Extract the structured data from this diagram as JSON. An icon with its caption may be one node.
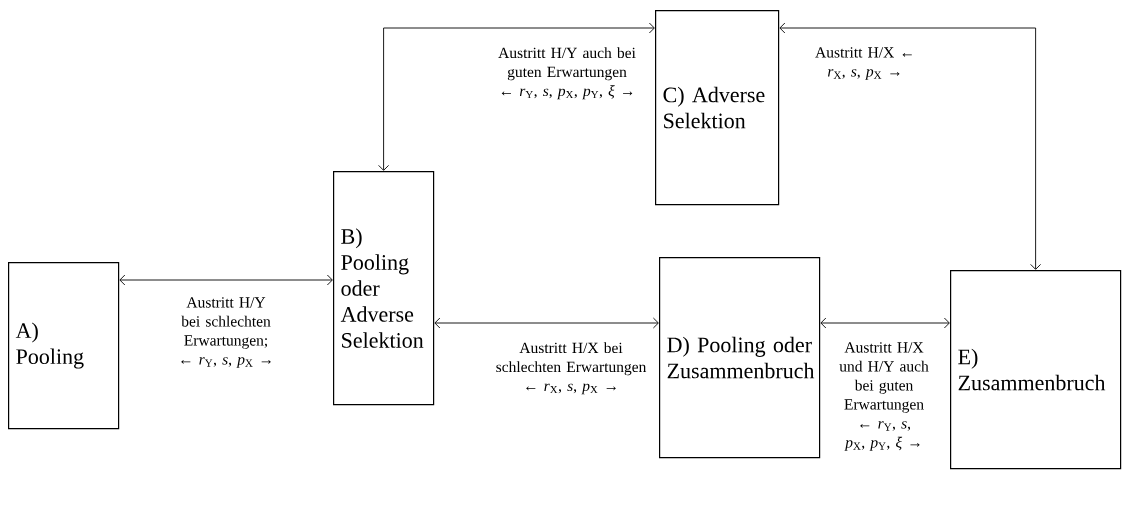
{
  "diagram": {
    "nodes": [
      {
        "text": [
          "A) Pooling"
        ]
      },
      {
        "text": [
          "B) Pooling oder Adverse Selektion"
        ]
      },
      {
        "text": [
          "C) Adverse Selektion"
        ]
      },
      {
        "text": [
          "D) Pooling oder Zusammenbruch"
        ]
      },
      {
        "text": [
          "E) Zusammenbruch"
        ]
      }
    ],
    "edges": [
      {
        "from": 0,
        "to": 1,
        "arrow": "both",
        "label": "Austritt H/Y bei schlechten Erwartungen; ← *r*$_{Y}$, *s*, *p*$_{X}$ →"
      },
      {
        "from": 1,
        "to": 2,
        "arrow": "both",
        "label": "Austritt H/Y auch bei guten Erwartungen ← *r*$_{Y}$, *s*, *p*$_{X}$, *p*$_{Y}$, *ξ* →"
      },
      {
        "from": 1,
        "to": 3,
        "arrow": "both",
        "label": "Austritt H/X bei schlechten Erwartungen ← *r*$_{X}$, *s*, *p*$_{X}$ →"
      },
      {
        "from": 2,
        "to": 4,
        "arrow": "both",
        "label": "Austritt H/X ← *r*$_{X}$, *s*, *p*$_{X}$ →"
      },
      {
        "from": 3,
        "to": 4,
        "arrow": "both",
        "label": "Austritt H/X und H/Y auch bei guten Erwartungen ← *r*$_{Y}$, *s*, *p*$_{X}$, *p*$_{Y}$, *ξ* →"
      }
    ]
  }
}
